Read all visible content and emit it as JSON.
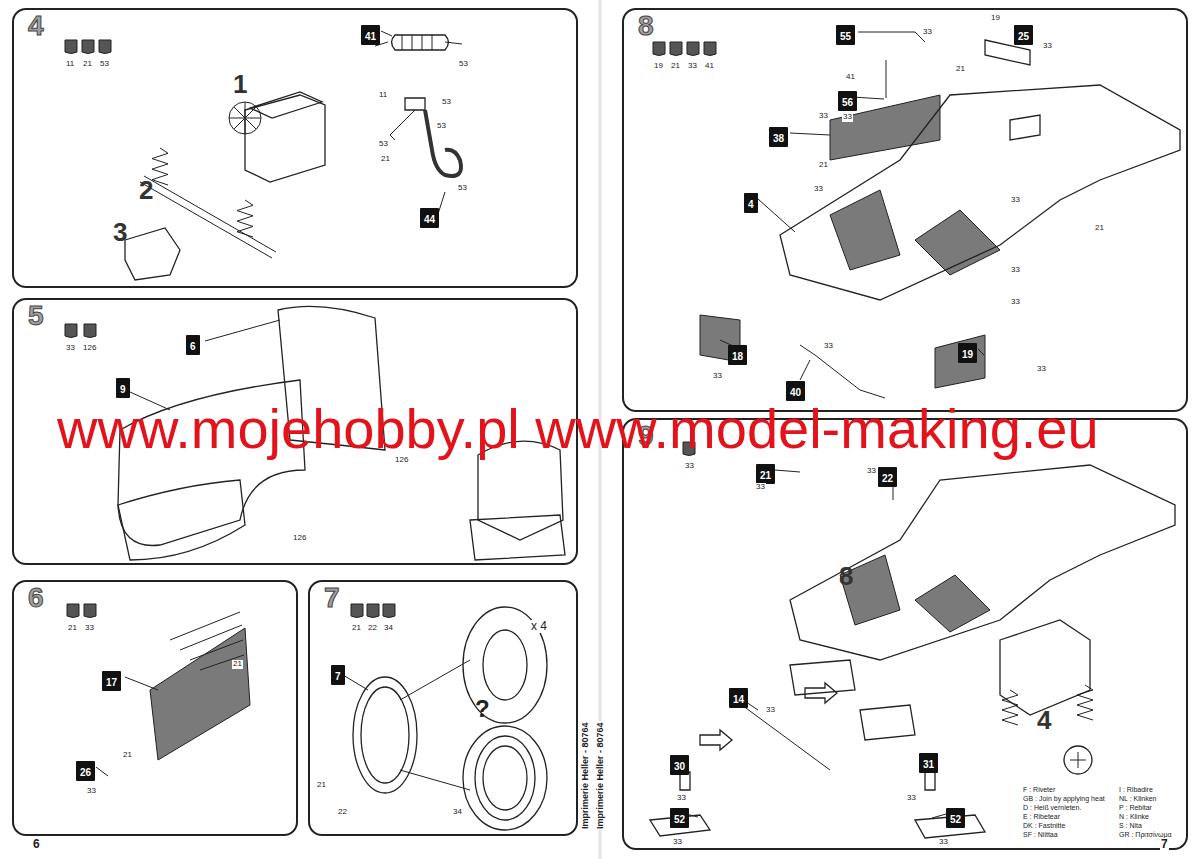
{
  "diagram": {
    "nodes": [
      {
        "text": [
          "4"
        ]
      },
      {
        "text": [
          "41"
        ],
        "in": 0
      },
      {
        "text": [
          "44"
        ],
        "in": 0
      },
      {
        "text": [
          "5"
        ]
      },
      {
        "text": [
          "6"
        ],
        "in": 3
      },
      {
        "text": [
          "9"
        ],
        "in": 3
      },
      {
        "text": [
          "6"
        ]
      },
      {
        "text": [
          "17"
        ],
        "in": 6
      },
      {
        "text": [
          "26"
        ],
        "in": 6
      },
      {
        "text": [
          "7"
        ]
      },
      {
        "text": [
          "7"
        ],
        "in": 9
      },
      {
        "text": [
          "8"
        ]
      },
      {
        "text": [
          "55"
        ],
        "in": 11
      },
      {
        "text": [
          "56"
        ],
        "in": 11
      },
      {
        "text": [
          "25"
        ],
        "in": 11
      },
      {
        "text": [
          "38"
        ],
        "in": 11
      },
      {
        "text": [
          "4"
        ],
        "in": 11
      },
      {
        "text": [
          "18"
        ],
        "in": 11
      },
      {
        "text": [
          "40"
        ],
        "in": 11
      },
      {
        "text": [
          "19"
        ],
        "in": 11
      },
      {
        "text": [
          "9"
        ]
      },
      {
        "text": [
          "21"
        ],
        "in": 20
      },
      {
        "text": [
          "22"
        ],
        "in": 20
      },
      {
        "text": [
          "14"
        ],
        "in": 20
      },
      {
        "text": [
          "30"
        ],
        "in": 20
      },
      {
        "text": [
          "31"
        ],
        "in": 20
      },
      {
        "text": [
          "52"
        ],
        "in": 20
      },
      {
        "text": [
          "52"
        ],
        "in": 20
      }
    ],
    "labels": [
      "11",
      "21",
      "53",
      "53",
      "11",
      "53",
      "53",
      "53",
      "21",
      "53",
      "1",
      "2",
      "3",
      "33",
      "126",
      "126",
      "126",
      "21",
      "33",
      "21",
      "21",
      "33",
      "21",
      "22",
      "34",
      "x 4",
      "?",
      "21",
      "22",
      "34",
      "19",
      "21",
      "33",
      "41",
      "33",
      "41",
      "33",
      "21",
      "19",
      "33",
      "33",
      "21",
      "33",
      "33",
      "21",
      "33",
      "33",
      "33",
      "33",
      "33",
      "33",
      "33",
      "33",
      "33",
      "33",
      "33",
      "33",
      "33",
      "8",
      "4",
      "F : Riveter",
      "GB : Join by applying heat",
      "D : Heiß vernieten.",
      "E : Ribetear",
      "DK : Fastnitte",
      "SF : Niittaa",
      "I : Ribadire",
      "NL : Klinken",
      "P : Rebitar",
      "N : Klinke",
      "S : Nita",
      "GR : Πριτσίνωμα",
      "6",
      "Imprimerie Heller - 80764",
      "Imprimerie Heller - 80764",
      "7",
      "www.mojehobby.pl www.model-making.eu"
    ]
  }
}
